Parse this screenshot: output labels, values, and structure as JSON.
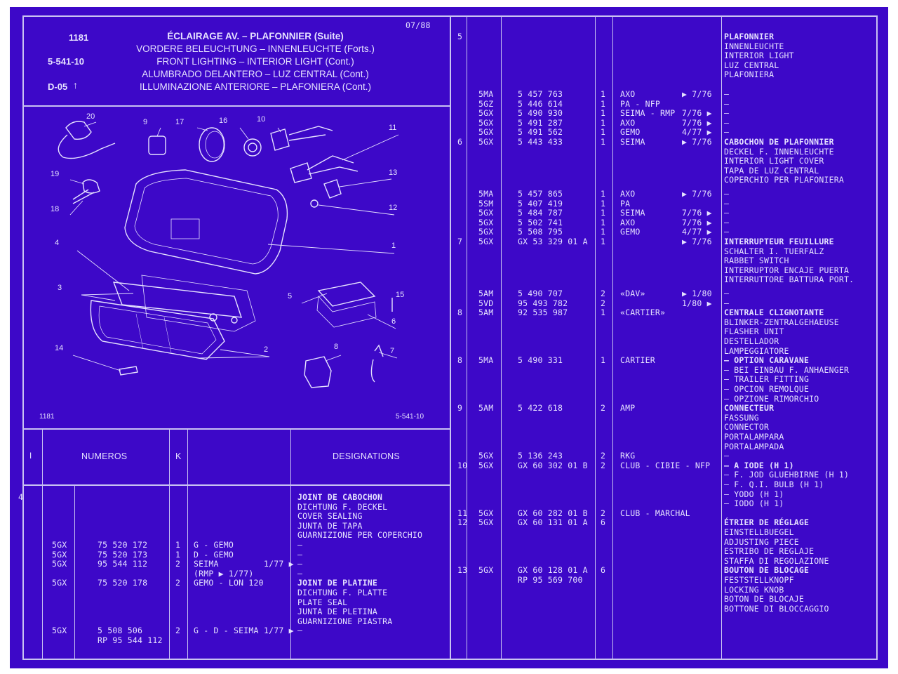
{
  "header": {
    "page": "1181",
    "ref": "5-541-10",
    "group": "D-05",
    "date": "07/88",
    "titles": [
      "ÉCLAIRAGE AV. – PLAFONNIER (Suite)",
      "VORDERE BELEUCHTUNG – INNENLEUCHTE (Forts.)",
      "FRONT LIGHTING – INTERIOR LIGHT (Cont.)",
      "ALUMBRADO DELANTERO – LUZ CENTRAL (Cont.)",
      "ILLUMINAZIONE ANTERIORE – PLAFONIERA (Cont.)"
    ]
  },
  "diagram": {
    "callouts": [
      "20",
      "9",
      "17",
      "16",
      "10",
      "11",
      "19",
      "18",
      "13",
      "12",
      "1",
      "4",
      "3",
      "5",
      "15",
      "6",
      "2",
      "14",
      "8",
      "7"
    ],
    "footer_left": "1181",
    "footer_right": "5-541-10"
  },
  "table_header": {
    "col_i": "I",
    "col_numeros": "NUMEROS",
    "col_k": "K",
    "col_designations": "DESIGNATIONS"
  },
  "left_rows": [
    {
      "i": "4",
      "code": "",
      "num": "",
      "k": "",
      "app": "",
      "date": "",
      "desig": "JOINT DE CABOCHON",
      "bold": true
    },
    {
      "i": "",
      "code": "",
      "num": "",
      "k": "",
      "app": "",
      "date": "",
      "desig": "DICHTUNG F. DECKEL"
    },
    {
      "i": "",
      "code": "",
      "num": "",
      "k": "",
      "app": "",
      "date": "",
      "desig": "COVER SEALING"
    },
    {
      "i": "",
      "code": "",
      "num": "",
      "k": "",
      "app": "",
      "date": "",
      "desig": "JUNTA DE TAPA"
    },
    {
      "i": "",
      "code": "",
      "num": "",
      "k": "",
      "app": "",
      "date": "",
      "desig": "GUARNIZIONE PER COPERCHIO"
    },
    {
      "i": "",
      "code": "5GX",
      "num": "75 520 172",
      "k": "1",
      "app": "G - GEMO",
      "date": "",
      "desig": "–"
    },
    {
      "i": "",
      "code": "5GX",
      "num": "75 520 173",
      "k": "1",
      "app": "D - GEMO",
      "date": "",
      "desig": "–"
    },
    {
      "i": "",
      "code": "5GX",
      "num": "95 544 112",
      "k": "2",
      "app": "SEIMA",
      "date": "1/77 ▶",
      "desig": "–"
    },
    {
      "i": "",
      "code": "",
      "num": "",
      "k": "",
      "app": "(RMP ▶ 1/77)",
      "date": "",
      "desig": "–"
    },
    {
      "i": "",
      "code": "5GX",
      "num": "75 520 178",
      "k": "2",
      "app": "GEMO - LON 120",
      "date": "",
      "desig": "JOINT DE PLATINE",
      "bold": true
    },
    {
      "i": "",
      "code": "",
      "num": "",
      "k": "",
      "app": "",
      "date": "",
      "desig": "DICHTUNG F. PLATTE"
    },
    {
      "i": "",
      "code": "",
      "num": "",
      "k": "",
      "app": "",
      "date": "",
      "desig": "PLATE SEAL"
    },
    {
      "i": "",
      "code": "",
      "num": "",
      "k": "",
      "app": "",
      "date": "",
      "desig": "JUNTA DE PLETINA"
    },
    {
      "i": "",
      "code": "",
      "num": "",
      "k": "",
      "app": "",
      "date": "",
      "desig": "GUARNIZIONE PIASTRA"
    },
    {
      "i": "",
      "code": "5GX",
      "num": "5 508 506",
      "k": "2",
      "app": "G - D - SEIMA",
      "date": "1/77 ▶",
      "desig": "–"
    },
    {
      "i": "",
      "code": "",
      "num": "RP 95  544  112",
      "k": "",
      "app": "",
      "date": "",
      "desig": ""
    }
  ],
  "right_rows": [
    {
      "i": "5",
      "code": "",
      "num": "",
      "k": "",
      "app": "",
      "date": "",
      "desig": "PLAFONNIER",
      "bold": true
    },
    {
      "i": "",
      "code": "",
      "num": "",
      "k": "",
      "app": "",
      "date": "",
      "desig": "INNENLEUCHTE"
    },
    {
      "i": "",
      "code": "",
      "num": "",
      "k": "",
      "app": "",
      "date": "",
      "desig": "INTERIOR LIGHT"
    },
    {
      "i": "",
      "code": "",
      "num": "",
      "k": "",
      "app": "",
      "date": "",
      "desig": "LUZ CENTRAL"
    },
    {
      "i": "",
      "code": "",
      "num": "",
      "k": "",
      "app": "",
      "date": "",
      "desig": "PLAFONIERA"
    },
    {
      "i": "",
      "code": "5MA",
      "num": "5 457 763",
      "k": "1",
      "app": "AXO",
      "date": "▶ 7/76",
      "desig": "–"
    },
    {
      "i": "",
      "code": "5GZ",
      "num": "5 446 614",
      "k": "1",
      "app": "PA - NFP",
      "date": "",
      "desig": "–"
    },
    {
      "i": "",
      "code": "5GX",
      "num": "5 490 930",
      "k": "1",
      "app": "SEIMA - RMP",
      "date": "7/76 ▶",
      "desig": "–"
    },
    {
      "i": "",
      "code": "5GX",
      "num": "5 491 287",
      "k": "1",
      "app": "AXO",
      "date": "7/76 ▶",
      "desig": "–"
    },
    {
      "i": "",
      "code": "5GX",
      "num": "5 491 562",
      "k": "1",
      "app": "GEMO",
      "date": "4/77 ▶",
      "desig": "–"
    },
    {
      "i": "6",
      "code": "5GX",
      "num": "5 443 433",
      "k": "1",
      "app": "SEIMA",
      "date": "▶ 7/76",
      "desig": "CABOCHON DE PLAFONNIER",
      "bold": true
    },
    {
      "i": "",
      "code": "",
      "num": "",
      "k": "",
      "app": "",
      "date": "",
      "desig": "DECKEL F. INNENLEUCHTE"
    },
    {
      "i": "",
      "code": "",
      "num": "",
      "k": "",
      "app": "",
      "date": "",
      "desig": "INTERIOR LIGHT COVER"
    },
    {
      "i": "",
      "code": "",
      "num": "",
      "k": "",
      "app": "",
      "date": "",
      "desig": "TAPA DE LUZ CENTRAL"
    },
    {
      "i": "",
      "code": "",
      "num": "",
      "k": "",
      "app": "",
      "date": "",
      "desig": "COPERCHIO PER PLAFONIERA"
    },
    {
      "i": "",
      "code": "5MA",
      "num": "5 457 865",
      "k": "1",
      "app": "AXO",
      "date": "▶ 7/76",
      "desig": "–"
    },
    {
      "i": "",
      "code": "5SM",
      "num": "5 407 419",
      "k": "1",
      "app": "PA",
      "date": "",
      "desig": "–"
    },
    {
      "i": "",
      "code": "5GX",
      "num": "5 484 787",
      "k": "1",
      "app": "SEIMA",
      "date": "7/76 ▶",
      "desig": "–"
    },
    {
      "i": "",
      "code": "5GX",
      "num": "5 502 741",
      "k": "1",
      "app": "AXO",
      "date": "7/76 ▶",
      "desig": "–"
    },
    {
      "i": "",
      "code": "5GX",
      "num": "5 508 795",
      "k": "1",
      "app": "GEMO",
      "date": "4/77 ▶",
      "desig": "–"
    },
    {
      "i": "7",
      "code": "5GX",
      "num": "GX 53 329 01 A",
      "k": "1",
      "app": "",
      "date": "▶ 7/76",
      "desig": "INTERRUPTEUR FEUILLURE",
      "bold": true
    },
    {
      "i": "",
      "code": "",
      "num": "",
      "k": "",
      "app": "",
      "date": "",
      "desig": "SCHALTER I. TUERFALZ"
    },
    {
      "i": "",
      "code": "",
      "num": "",
      "k": "",
      "app": "",
      "date": "",
      "desig": "RABBET SWITCH"
    },
    {
      "i": "",
      "code": "",
      "num": "",
      "k": "",
      "app": "",
      "date": "",
      "desig": "INTERRUPTOR ENCAJE PUERTA"
    },
    {
      "i": "",
      "code": "",
      "num": "",
      "k": "",
      "app": "",
      "date": "",
      "desig": "INTERRUTTORE BATTURA PORT."
    },
    {
      "i": "",
      "code": "5AM",
      "num": "5 490 707",
      "k": "2",
      "app": "«DAV»",
      "date": "▶ 1/80",
      "desig": "–"
    },
    {
      "i": "",
      "code": "5VD",
      "num": "95 493 782",
      "k": "2",
      "app": "",
      "date": "1/80 ▶",
      "desig": "–"
    },
    {
      "i": "8",
      "code": "5AM",
      "num": "92 535 987",
      "k": "1",
      "app": "«CARTIER»",
      "date": "",
      "desig": "CENTRALE CLIGNOTANTE",
      "bold": true
    },
    {
      "i": "",
      "code": "",
      "num": "",
      "k": "",
      "app": "",
      "date": "",
      "desig": "BLINKER-ZENTRALGEHAEUSE"
    },
    {
      "i": "",
      "code": "",
      "num": "",
      "k": "",
      "app": "",
      "date": "",
      "desig": "FLASHER UNIT"
    },
    {
      "i": "",
      "code": "",
      "num": "",
      "k": "",
      "app": "",
      "date": "",
      "desig": "DESTELLADOR"
    },
    {
      "i": "",
      "code": "",
      "num": "",
      "k": "",
      "app": "",
      "date": "",
      "desig": "LAMPEGGIATORE"
    },
    {
      "i": "8",
      "code": "5MA",
      "num": "5 490 331",
      "k": "1",
      "app": "CARTIER",
      "date": "",
      "desig": "– OPTION CARAVANE",
      "bold": true
    },
    {
      "i": "",
      "code": "",
      "num": "",
      "k": "",
      "app": "",
      "date": "",
      "desig": "– BEI EINBAU F. ANHAENGER"
    },
    {
      "i": "",
      "code": "",
      "num": "",
      "k": "",
      "app": "",
      "date": "",
      "desig": "– TRAILER FITTING"
    },
    {
      "i": "",
      "code": "",
      "num": "",
      "k": "",
      "app": "",
      "date": "",
      "desig": "– OPCION REMOLQUE"
    },
    {
      "i": "",
      "code": "",
      "num": "",
      "k": "",
      "app": "",
      "date": "",
      "desig": "– OPZIONE RIMORCHIO"
    },
    {
      "i": "9",
      "code": "5AM",
      "num": "5 422 618",
      "k": "2",
      "app": "AMP",
      "date": "",
      "desig": "CONNECTEUR",
      "bold": true
    },
    {
      "i": "",
      "code": "",
      "num": "",
      "k": "",
      "app": "",
      "date": "",
      "desig": "FASSUNG"
    },
    {
      "i": "",
      "code": "",
      "num": "",
      "k": "",
      "app": "",
      "date": "",
      "desig": "CONNECTOR"
    },
    {
      "i": "",
      "code": "",
      "num": "",
      "k": "",
      "app": "",
      "date": "",
      "desig": "PORTALAMPARA"
    },
    {
      "i": "",
      "code": "",
      "num": "",
      "k": "",
      "app": "",
      "date": "",
      "desig": "PORTALAMPADA"
    },
    {
      "i": "",
      "code": "5GX",
      "num": "5 136 243",
      "k": "2",
      "app": "RKG",
      "date": "",
      "desig": "–"
    },
    {
      "i": "10",
      "code": "5GX",
      "num": "GX 60 302 01 B",
      "k": "2",
      "app": "CLUB - CIBIE - NFP",
      "date": "",
      "desig": "– A IODE (H 1)",
      "bold": true
    },
    {
      "i": "",
      "code": "",
      "num": "",
      "k": "",
      "app": "",
      "date": "",
      "desig": "– F. JOD GLUEHBIRNE (H 1)"
    },
    {
      "i": "",
      "code": "",
      "num": "",
      "k": "",
      "app": "",
      "date": "",
      "desig": "– F. Q.I. BULB (H 1)"
    },
    {
      "i": "",
      "code": "",
      "num": "",
      "k": "",
      "app": "",
      "date": "",
      "desig": "– YODO (H 1)"
    },
    {
      "i": "",
      "code": "",
      "num": "",
      "k": "",
      "app": "",
      "date": "",
      "desig": "– IODO (H 1)"
    },
    {
      "i": "11",
      "code": "5GX",
      "num": "GX 60 282 01 B",
      "k": "2",
      "app": "CLUB - MARCHAL",
      "date": "",
      "desig": ""
    },
    {
      "i": "12",
      "code": "5GX",
      "num": "GX 60 131 01 A",
      "k": "6",
      "app": "",
      "date": "",
      "desig": "ÉTRIER DE RÉGLAGE",
      "bold": true
    },
    {
      "i": "",
      "code": "",
      "num": "",
      "k": "",
      "app": "",
      "date": "",
      "desig": "EINSTELLBUEGEL"
    },
    {
      "i": "",
      "code": "",
      "num": "",
      "k": "",
      "app": "",
      "date": "",
      "desig": "ADJUSTING PIECE"
    },
    {
      "i": "",
      "code": "",
      "num": "",
      "k": "",
      "app": "",
      "date": "",
      "desig": "ESTRIBO DE REGLAJE"
    },
    {
      "i": "",
      "code": "",
      "num": "",
      "k": "",
      "app": "",
      "date": "",
      "desig": "STAFFA DI REGOLAZIONE"
    },
    {
      "i": "13",
      "code": "5GX",
      "num": "GX 60 128 01 A",
      "k": "6",
      "app": "",
      "date": "",
      "desig": "BOUTON DE BLOCAGE",
      "bold": true
    },
    {
      "i": "",
      "code": "",
      "num": "RP 95  569  700",
      "k": "",
      "app": "",
      "date": "",
      "desig": "FESTSTELLKNOPF"
    },
    {
      "i": "",
      "code": "",
      "num": "",
      "k": "",
      "app": "",
      "date": "",
      "desig": "LOCKING KNOB"
    },
    {
      "i": "",
      "code": "",
      "num": "",
      "k": "",
      "app": "",
      "date": "",
      "desig": "BOTON DE BLOCAJE"
    },
    {
      "i": "",
      "code": "",
      "num": "",
      "k": "",
      "app": "",
      "date": "",
      "desig": "BOTTONE DI BLOCCAGGIO"
    }
  ]
}
